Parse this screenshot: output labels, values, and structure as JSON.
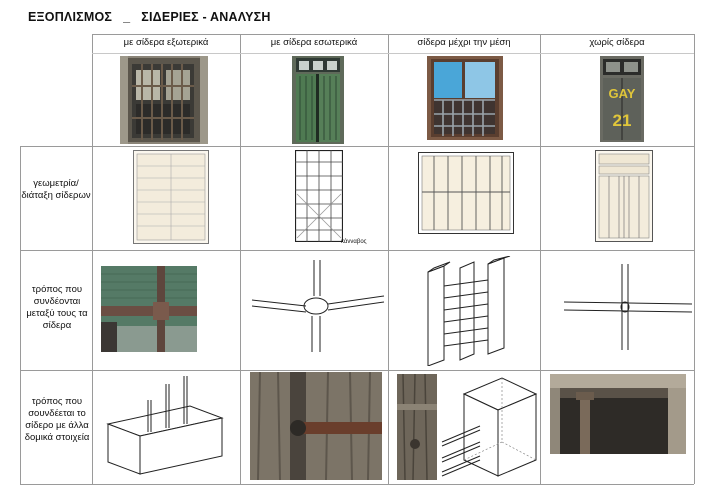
{
  "title": "ΕΞΟΠΛΙΣΜΟΣ   _   ΣΙΔΕΡΙΕΣ - ΑΝΑΛΥΣΗ",
  "columns": [
    {
      "label": "με σίδερα εξωτερικά"
    },
    {
      "label": "με σίδερα εσωτερικά"
    },
    {
      "label": "σίδερα μέχρι την μέση"
    },
    {
      "label": "χωρίς σίδερα"
    }
  ],
  "rows": [
    {
      "label": "γεωμετρία/ διάταξη σίδερων"
    },
    {
      "label": "τρόπος που συνδέονται μεταξύ τους τα σίδερα"
    },
    {
      "label": "τρόπος που σουνδέεται το σίδερο με άλλα δομικά στοιχεία"
    }
  ],
  "annotations": {
    "kannavos": "κάνναβος"
  },
  "photo_text": {
    "sign_top": "GAY",
    "sign_bottom": "21"
  }
}
